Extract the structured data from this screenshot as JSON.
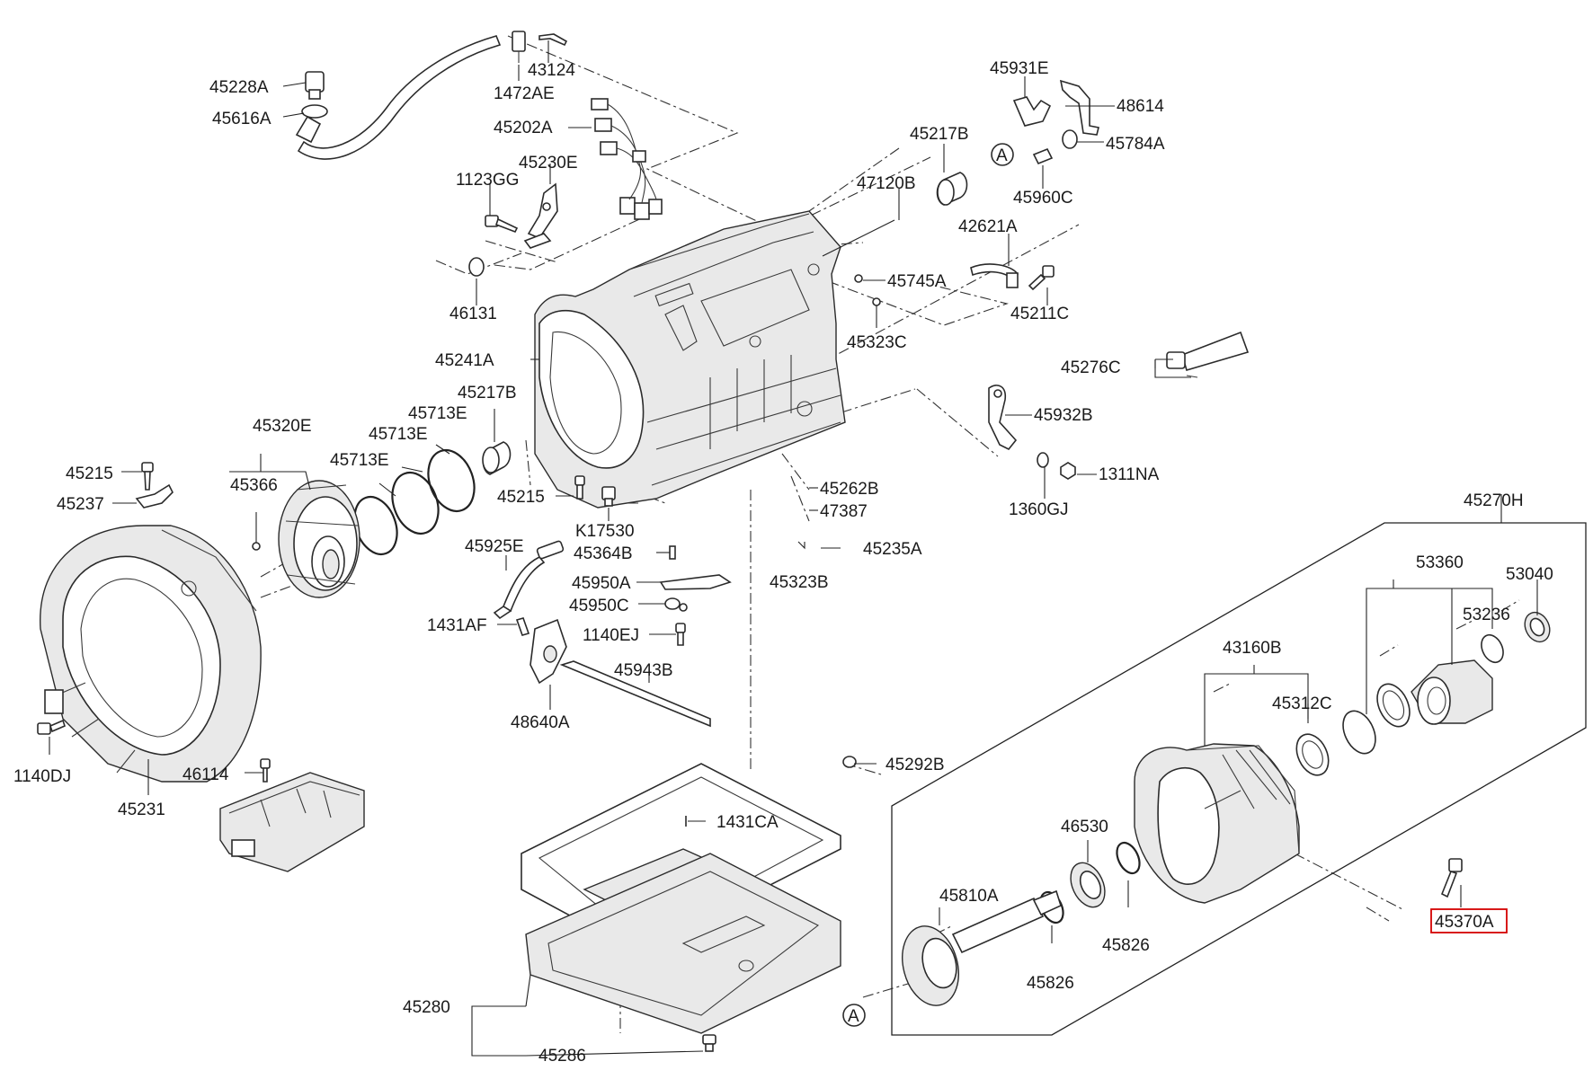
{
  "diagram": {
    "labels": [
      "45228A",
      "45616A",
      "1472AE",
      "43124",
      "45202A",
      "45230E",
      "1123GG",
      "46131",
      "45931E",
      "48614",
      "45784A",
      "45217B",
      "47120B",
      "45960C",
      "42621A",
      "45745A",
      "45211C",
      "45323C",
      "45276C",
      "45241A",
      "45932B",
      "1311NA",
      "1360GJ",
      "45217B",
      "45713E",
      "45713E",
      "45713E",
      "45320E",
      "45366",
      "45215",
      "45237",
      "45262B",
      "47387",
      "45215",
      "K17530",
      "45364B",
      "45323B",
      "45235A",
      "45925E",
      "45950A",
      "45950C",
      "1431AF",
      "1140EJ",
      "45943B",
      "48640A",
      "45270H",
      "53360",
      "53040",
      "53236",
      "43160B",
      "45312C",
      "45292B",
      "1431CA",
      "46530",
      "45810A",
      "45826",
      "45826",
      "45370A",
      "1140DJ",
      "46114",
      "45231",
      "45280",
      "45286"
    ],
    "callout_ref": "A",
    "highlighted_part": "45370A"
  }
}
